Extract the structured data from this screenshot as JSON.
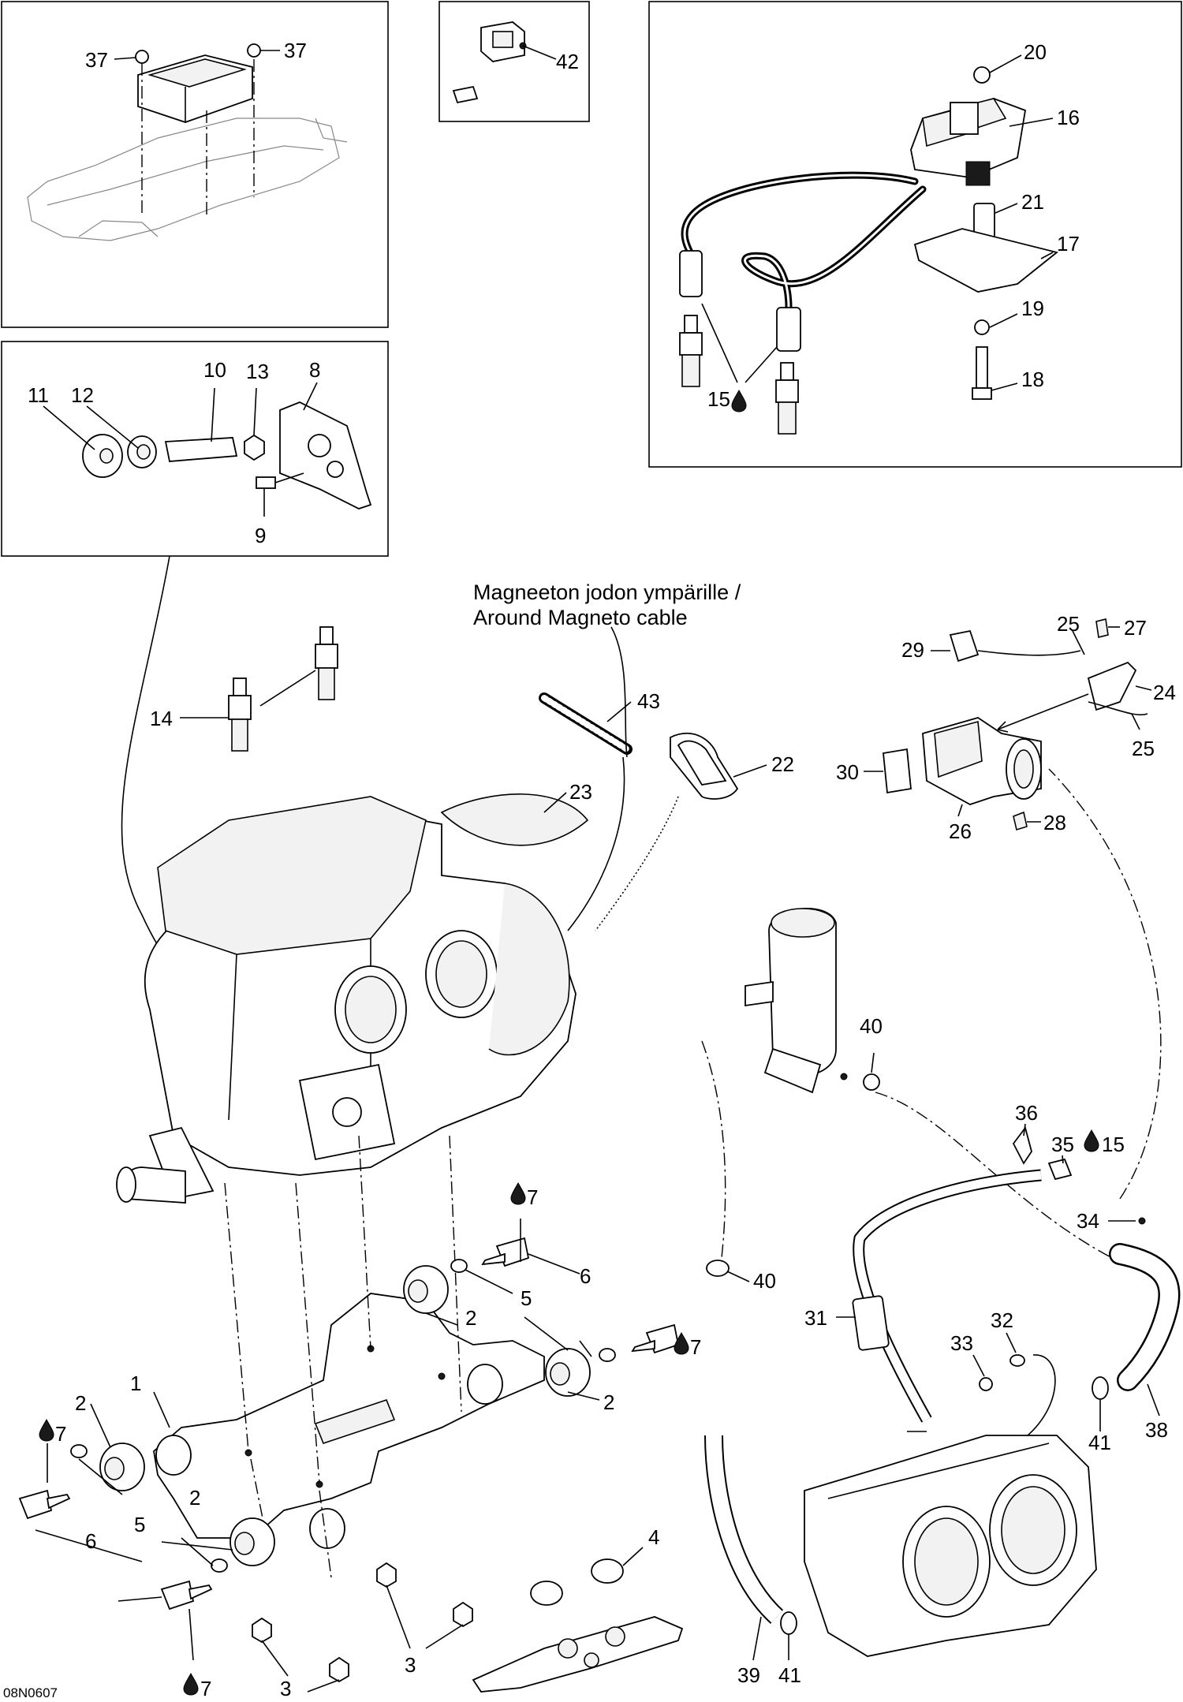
{
  "drawing_code": "08N0607",
  "note": {
    "line1": "Magneeton jodon ympärille /",
    "line2": "Around Magneto cable"
  },
  "callouts": [
    "37",
    "37",
    "42",
    "20",
    "16",
    "21",
    "17",
    "19",
    "18",
    "15",
    "10",
    "13",
    "8",
    "11",
    "12",
    "9",
    "43",
    "22",
    "23",
    "14",
    "29",
    "25",
    "27",
    "24",
    "25",
    "30",
    "26",
    "28",
    "40",
    "36",
    "35",
    "15",
    "34",
    "7",
    "6",
    "2",
    "5",
    "7",
    "2",
    "1",
    "2",
    "7",
    "5",
    "6",
    "2",
    "3",
    "3",
    "4",
    "7",
    "40",
    "31",
    "33",
    "32",
    "38",
    "41",
    "39",
    "41"
  ]
}
